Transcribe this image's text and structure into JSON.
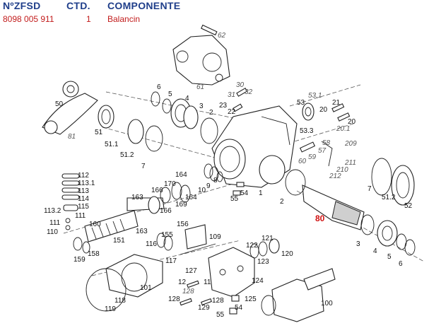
{
  "header": {
    "col1": "NºZFSD",
    "col2": "CTD.",
    "col3": "COMPONENTE"
  },
  "row": {
    "code": "8098 005 911",
    "qty": "1",
    "component": "Balancin"
  },
  "highlight_color": "#d01010",
  "header_color": "#1f3e8a",
  "labels": {
    "l62": "62",
    "l61": "61",
    "l50": "50",
    "l81a": "81",
    "l51": "51",
    "l51_1": "51.1",
    "l51_2": "51.2",
    "l7a": "7",
    "l6a": "6",
    "l5a": "5",
    "l4a": "4",
    "l3a": "3",
    "l2a": "2",
    "l31": "31",
    "l30": "30",
    "l32": "32",
    "l23": "23",
    "l22": "22",
    "l53": "53",
    "l53_1": "53.1",
    "l53_3": "53.3",
    "l21": "21",
    "l20a": "20",
    "l20b": "20",
    "l20_1": "20.1",
    "l58": "58",
    "l57": "57",
    "l59": "59",
    "l60": "60",
    "l209": "209",
    "l211": "211",
    "l210": "210",
    "l212": "212",
    "l7b": "7",
    "l51_2b": "51.2",
    "l52": "52",
    "l112": "112",
    "l113_1": "113.1",
    "l113": "113",
    "l114": "114",
    "l115": "115",
    "l113_2": "113.2",
    "l111a": "111",
    "l111b": "111",
    "l110": "110",
    "l163a": "163",
    "l164a": "164",
    "l170": "170",
    "l166a": "166",
    "l164b": "164",
    "l166b": "166",
    "l169": "169",
    "l10": "10",
    "l9": "9",
    "l8": "8",
    "l54a": "54",
    "l55a": "55",
    "l1": "1",
    "l2b": "2",
    "l80": "80",
    "l160": "160",
    "l163b": "163",
    "l151": "151",
    "l158": "158",
    "l159": "159",
    "l156": "156",
    "l155": "155",
    "l116": "116",
    "l117": "117",
    "l109": "109",
    "l122": "122",
    "l121": "121",
    "l123": "123",
    "l120": "120",
    "l3b": "3",
    "l4b": "4",
    "l5b": "5",
    "l6b": "6",
    "l127": "127",
    "l101": "101",
    "l12": "12",
    "l11": "11",
    "l128a": "128",
    "l128b": "128",
    "l129": "129",
    "l128c": "128",
    "l125": "125",
    "l124": "124",
    "l119": "119",
    "l118": "118",
    "l54b": "54",
    "l55b": "55",
    "l100": "100"
  }
}
